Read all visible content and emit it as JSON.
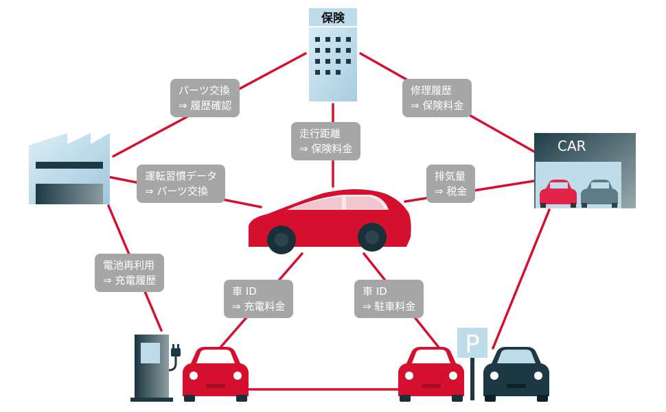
{
  "nodes": {
    "insurance": {
      "title": "保険"
    },
    "dealer": {
      "sign": "CAR"
    },
    "parking": {
      "sign": "P"
    }
  },
  "edge_labels": [
    {
      "id": "parts-exchange",
      "line1": "パーツ交換",
      "line2": "⇒ 履歴確認"
    },
    {
      "id": "repair-history",
      "line1": "修理履歴",
      "line2": "⇒ 保険料金"
    },
    {
      "id": "mileage",
      "line1": "走行距離",
      "line2": "⇒ 保険料金"
    },
    {
      "id": "driving-habits",
      "line1": "運転習慣データ",
      "line2": "⇒ パーツ交換"
    },
    {
      "id": "emissions",
      "line1": "排気量",
      "line2": "⇒ 税金"
    },
    {
      "id": "battery-reuse",
      "line1": "電池再利用",
      "line2": "⇒ 充電履歴"
    },
    {
      "id": "car-id-charging",
      "line1": "車 ID",
      "line2": "⇒ 充電料金"
    },
    {
      "id": "car-id-parking",
      "line1": "車 ID",
      "line2": "⇒ 駐車料金"
    }
  ],
  "colors": {
    "accent": "#d5102f",
    "label_bg": "#a6a6a6",
    "dark": "#1f3a44",
    "light_blue": "#b9d7e6"
  }
}
